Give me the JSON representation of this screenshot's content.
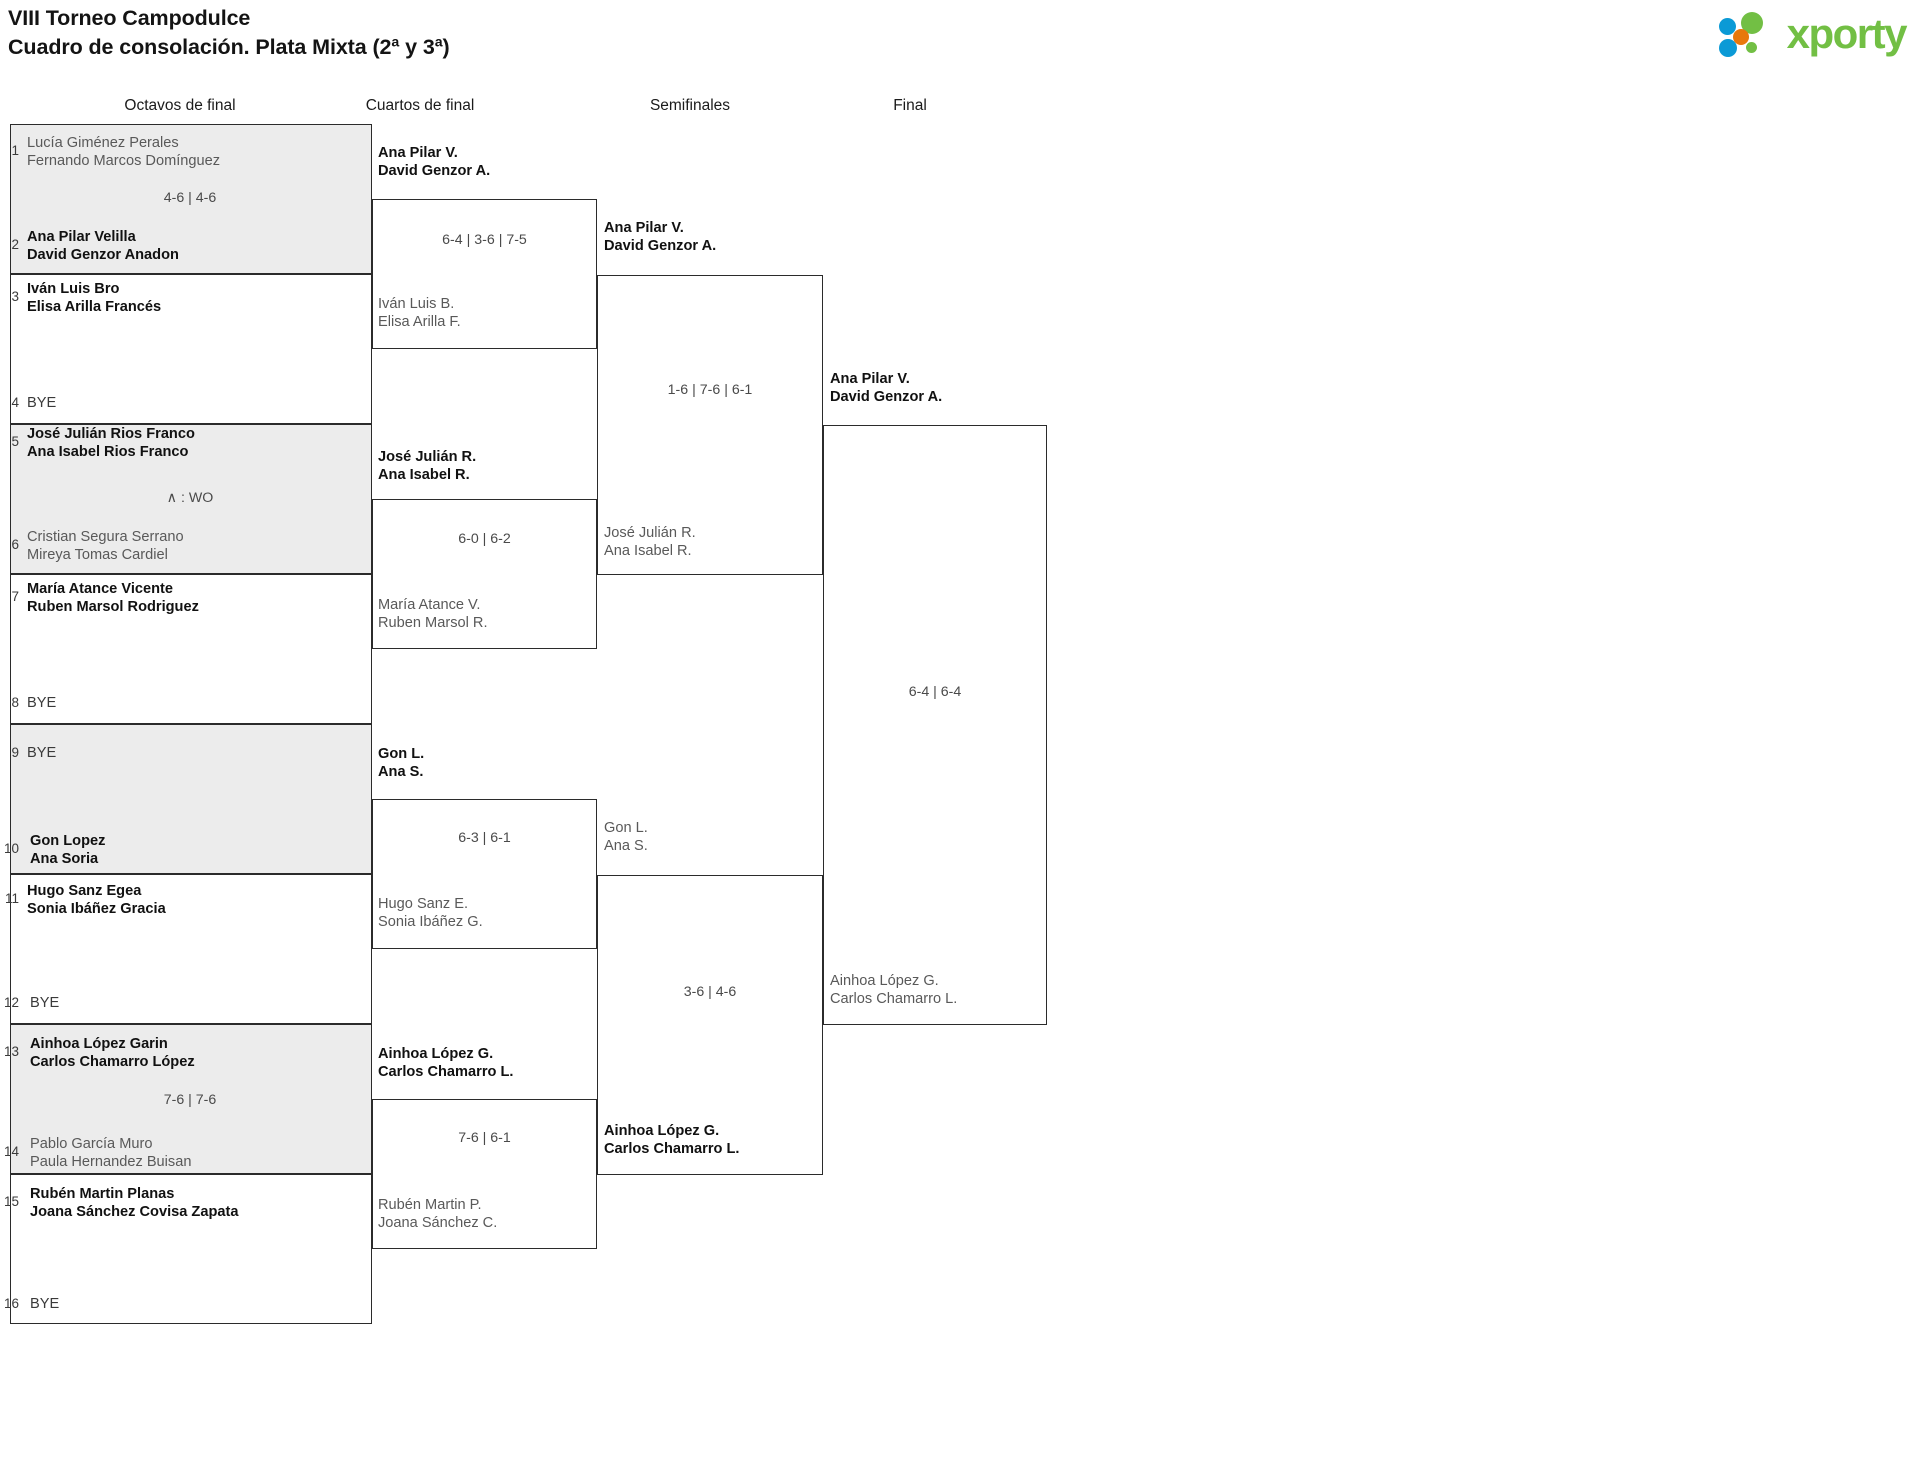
{
  "header": {
    "title_line1": "VIII Torneo Campodulce",
    "title_line2": "Cuadro de consolación. Plata Mixta (2ª y 3ª)",
    "logo_text": "xporty",
    "logo_colors": {
      "green": "#72bf44",
      "blue": "#0b9ad6",
      "orange": "#e8780c"
    }
  },
  "rounds": [
    {
      "label": "Octavos de final"
    },
    {
      "label": "Cuartos de final"
    },
    {
      "label": "Semifinales"
    },
    {
      "label": "Final"
    }
  ],
  "r16": [
    {
      "seed": "1",
      "line1": "Lucía Giménez Perales",
      "line2": "Fernando Marcos Domínguez",
      "state": "lose"
    },
    {
      "seed": "2",
      "line1": "Ana Pilar Velilla",
      "line2": "David Genzor Anadon",
      "state": "win"
    },
    {
      "seed": "3",
      "line1": "Iván Luis Bro",
      "line2": "Elisa Arilla Francés",
      "state": "win"
    },
    {
      "seed": "4",
      "line1": "BYE",
      "line2": "",
      "state": "bye"
    },
    {
      "seed": "5",
      "line1": "José Julián Rios Franco",
      "line2": "Ana Isabel Rios Franco",
      "state": "win"
    },
    {
      "seed": "6",
      "line1": "Cristian Segura Serrano",
      "line2": "Mireya Tomas Cardiel",
      "state": "lose"
    },
    {
      "seed": "7",
      "line1": "María Atance Vicente",
      "line2": "Ruben Marsol Rodriguez",
      "state": "win"
    },
    {
      "seed": "8",
      "line1": "BYE",
      "line2": "",
      "state": "bye"
    },
    {
      "seed": "9",
      "line1": "BYE",
      "line2": "",
      "state": "bye"
    },
    {
      "seed": "10",
      "line1": "Gon Lopez",
      "line2": "Ana Soria",
      "state": "win"
    },
    {
      "seed": "11",
      "line1": "Hugo Sanz Egea",
      "line2": "Sonia Ibáñez Gracia",
      "state": "win"
    },
    {
      "seed": "12",
      "line1": "BYE",
      "line2": "",
      "state": "bye"
    },
    {
      "seed": "13",
      "line1": "Ainhoa López Garin",
      "line2": "Carlos Chamarro López",
      "state": "win"
    },
    {
      "seed": "14",
      "line1": "Pablo García Muro",
      "line2": "Paula Hernandez Buisan",
      "state": "lose"
    },
    {
      "seed": "15",
      "line1": "Rubén Martin Planas",
      "line2": "Joana Sánchez Covisa Zapata",
      "state": "win"
    },
    {
      "seed": "16",
      "line1": "BYE",
      "line2": "",
      "state": "bye"
    }
  ],
  "r16_scores": [
    {
      "text": "4-6 | 4-6"
    },
    {
      "text": ""
    },
    {
      "text": "∧ : WO"
    },
    {
      "text": ""
    },
    {
      "text": ""
    },
    {
      "text": ""
    },
    {
      "text": "7-6 | 7-6"
    },
    {
      "text": ""
    }
  ],
  "qf": [
    {
      "line1": "Ana Pilar V.",
      "line2": "David Genzor A.",
      "state": "win"
    },
    {
      "line1": "Iván Luis B.",
      "line2": "Elisa Arilla F.",
      "state": "lose"
    },
    {
      "line1": "José Julián R.",
      "line2": "Ana Isabel R.",
      "state": "win"
    },
    {
      "line1": "María Atance V.",
      "line2": "Ruben Marsol R.",
      "state": "lose"
    },
    {
      "line1": "Gon L.",
      "line2": "Ana S.",
      "state": "win"
    },
    {
      "line1": "Hugo Sanz E.",
      "line2": "Sonia Ibáñez G.",
      "state": "lose"
    },
    {
      "line1": "Ainhoa López G.",
      "line2": "Carlos Chamarro L.",
      "state": "win"
    },
    {
      "line1": "Rubén Martin P.",
      "line2": "Joana Sánchez C.",
      "state": "lose"
    }
  ],
  "qf_scores": [
    {
      "text": "6-4 | 3-6 | 7-5"
    },
    {
      "text": "6-0 | 6-2"
    },
    {
      "text": "6-3 | 6-1"
    },
    {
      "text": "7-6 | 6-1"
    }
  ],
  "sf": [
    {
      "line1": "Ana Pilar V.",
      "line2": "David Genzor A.",
      "state": "win"
    },
    {
      "line1": "José Julián R.",
      "line2": "Ana Isabel R.",
      "state": "lose"
    },
    {
      "line1": "Gon L.",
      "line2": "Ana S.",
      "state": "lose"
    },
    {
      "line1": "Ainhoa López G.",
      "line2": "Carlos Chamarro L.",
      "state": "win"
    }
  ],
  "sf_scores": [
    {
      "text": "1-6 | 7-6 | 6-1"
    },
    {
      "text": "3-6 | 4-6"
    }
  ],
  "final": [
    {
      "line1": "Ana Pilar V.",
      "line2": "David Genzor A.",
      "state": "win"
    },
    {
      "line1": "Ainhoa López G.",
      "line2": "Carlos Chamarro L.",
      "state": "lose"
    }
  ],
  "final_scores": [
    {
      "text": "6-4 | 6-4"
    }
  ]
}
